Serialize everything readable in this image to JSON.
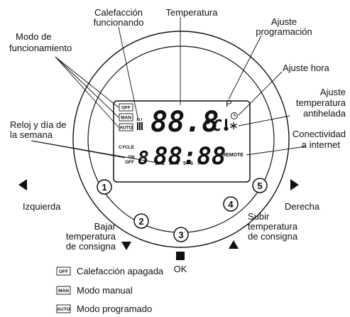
{
  "callouts": {
    "calefaccion": [
      "Calefacción",
      "funcionando"
    ],
    "temperatura": "Temperatura",
    "ajuste_programacion": [
      "Ajuste",
      "programación"
    ],
    "modo": [
      "Modo de",
      "funcionamiento"
    ],
    "ajuste_hora": "Ajuste hora",
    "antihelada": [
      "Ajuste",
      "temperatura",
      "antihelada"
    ],
    "reloj": [
      "Reloj y día de",
      "la semana"
    ],
    "conectividad": [
      "Conectividad",
      "a internet"
    ],
    "izquierda": "Izquierda",
    "derecha": "Derecha",
    "bajar": [
      "Bajar",
      "temperatura",
      "de consigna"
    ],
    "subir": [
      "Subir",
      "temperatura",
      "de consigna"
    ],
    "ok": "OK"
  },
  "display": {
    "mode_boxes": [
      "OFF",
      "MAN",
      "AUTO"
    ],
    "temperature": "88.8",
    "unit": "°C",
    "prog_letter": "P",
    "cycle": "CYCLE",
    "on": "ON",
    "off": "OFF",
    "day_digit": "8",
    "clock": "88:88",
    "days": [
      "1",
      "2",
      "3",
      "4",
      "5",
      "6",
      "7"
    ],
    "remote": "REMOTE"
  },
  "buttons": [
    "1",
    "2",
    "3",
    "4",
    "5"
  ],
  "legend": [
    {
      "code": "OFF",
      "text": "Calefacción apagada"
    },
    {
      "code": "MAN",
      "text": "Modo manual"
    },
    {
      "code": "AUTO",
      "text": "Modo programado"
    }
  ]
}
